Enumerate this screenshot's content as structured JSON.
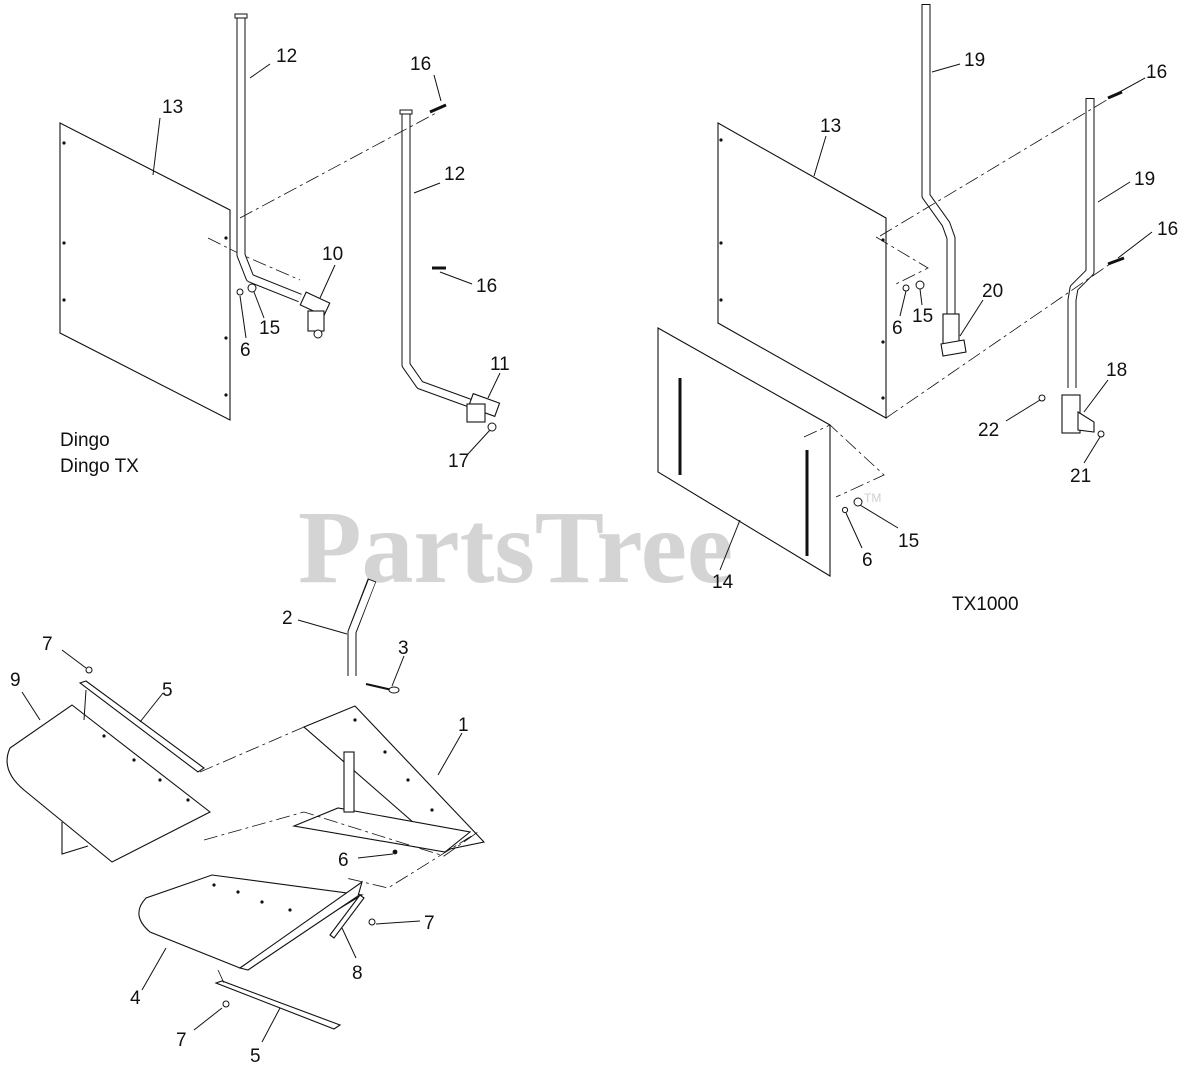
{
  "watermark": {
    "brand": "PartsTree",
    "trademark": "TM"
  },
  "captions": {
    "dingo": "Dingo",
    "dingo_tx": "Dingo TX",
    "tx1000": "TX1000"
  },
  "callouts": {
    "c1": "1",
    "c2": "2",
    "c3": "3",
    "c4": "4",
    "c5_top": "5",
    "c5_bottom": "5",
    "c6_dingo": "6",
    "c6_tx": "6",
    "c6_tx_low": "6",
    "c6_deck": "6",
    "c7_top": "7",
    "c7_right": "7",
    "c7_bottom": "7",
    "c8": "8",
    "c9": "9",
    "c10": "10",
    "c11": "11",
    "c12_left": "12",
    "c12_right": "12",
    "c13_dingo": "13",
    "c13_tx": "13",
    "c14": "14",
    "c15_dingo": "15",
    "c15_tx": "15",
    "c15_tx_low": "15",
    "c16_dingo_top": "16",
    "c16_dingo_mid": "16",
    "c16_tx_top": "16",
    "c16_tx_mid": "16",
    "c17": "17",
    "c18": "18",
    "c19_left": "19",
    "c19_right": "19",
    "c20": "20",
    "c21": "21",
    "c22": "22"
  }
}
